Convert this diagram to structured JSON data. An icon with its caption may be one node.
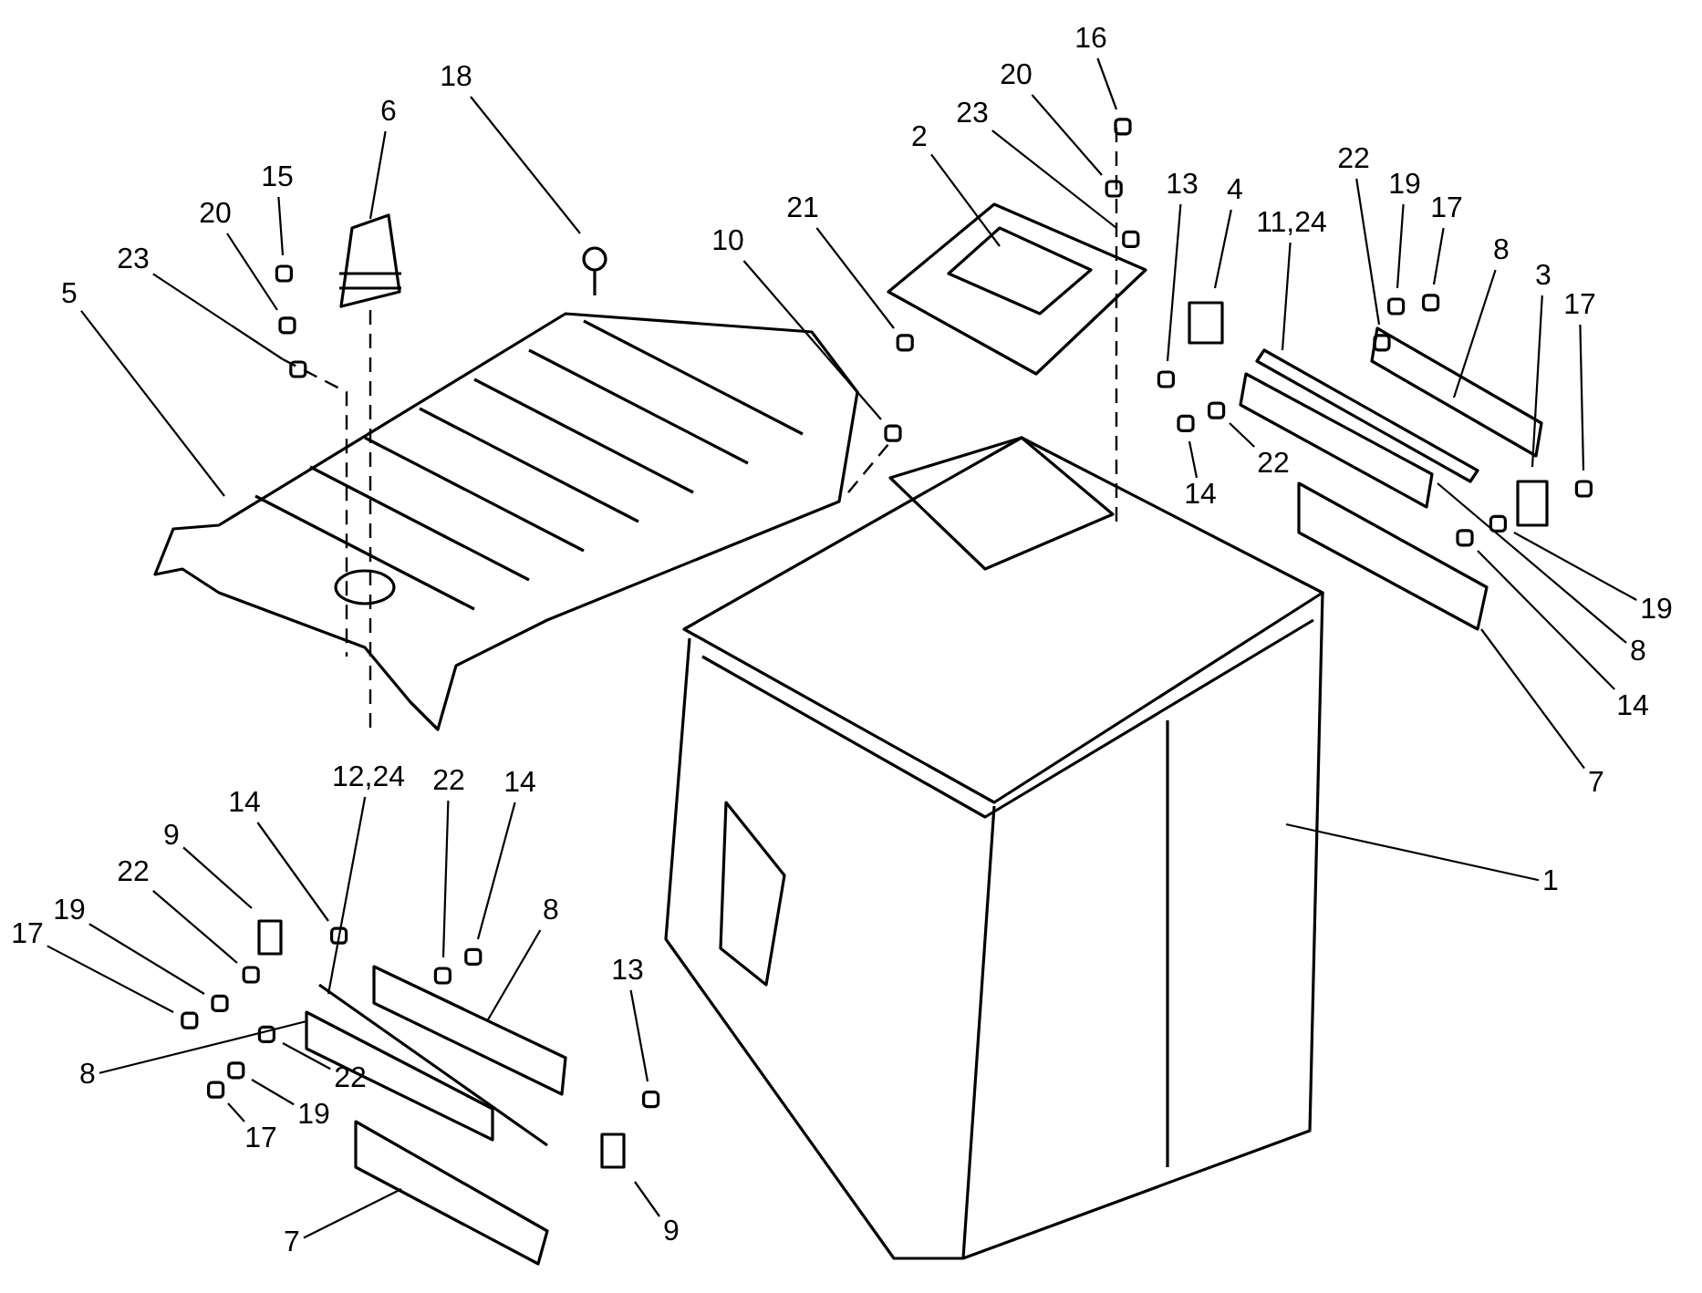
{
  "diagram": {
    "nodes": [
      {
        "text": [
          "16"
        ]
      },
      {
        "text": [
          "20"
        ]
      },
      {
        "text": [
          "18"
        ]
      },
      {
        "text": [
          "6"
        ]
      },
      {
        "text": [
          "23"
        ]
      },
      {
        "text": [
          "2"
        ]
      },
      {
        "text": [
          "22"
        ]
      },
      {
        "text": [
          "15"
        ]
      },
      {
        "text": [
          "19"
        ]
      },
      {
        "text": [
          "13"
        ]
      },
      {
        "text": [
          "4"
        ]
      },
      {
        "text": [
          "21"
        ]
      },
      {
        "text": [
          "20"
        ]
      },
      {
        "text": [
          "17"
        ]
      },
      {
        "text": [
          "11,24"
        ]
      },
      {
        "text": [
          "10"
        ]
      },
      {
        "text": [
          "8"
        ]
      },
      {
        "text": [
          "23"
        ]
      },
      {
        "text": [
          "3"
        ]
      },
      {
        "text": [
          "5"
        ]
      },
      {
        "text": [
          "17"
        ]
      },
      {
        "text": [
          "22"
        ]
      },
      {
        "text": [
          "14"
        ]
      },
      {
        "text": [
          "19"
        ]
      },
      {
        "text": [
          "8"
        ]
      },
      {
        "text": [
          "14"
        ]
      },
      {
        "text": [
          "12,24"
        ]
      },
      {
        "text": [
          "22"
        ]
      },
      {
        "text": [
          "14"
        ]
      },
      {
        "text": [
          "7"
        ]
      },
      {
        "text": [
          "14"
        ]
      },
      {
        "text": [
          "9"
        ]
      },
      {
        "text": [
          "22"
        ]
      },
      {
        "text": [
          "1"
        ]
      },
      {
        "text": [
          "19"
        ]
      },
      {
        "text": [
          "8"
        ]
      },
      {
        "text": [
          "17"
        ]
      },
      {
        "text": [
          "13"
        ]
      },
      {
        "text": [
          "8"
        ]
      },
      {
        "text": [
          "22"
        ]
      },
      {
        "text": [
          "19"
        ]
      },
      {
        "text": [
          "17"
        ]
      },
      {
        "text": [
          "7"
        ]
      },
      {
        "text": [
          "9"
        ]
      }
    ],
    "edges": [
      {
        "from": 0,
        "to": null,
        "arrow": "none"
      },
      {
        "from": 1,
        "to": null,
        "arrow": "none"
      },
      {
        "from": 2,
        "to": null,
        "arrow": "none"
      },
      {
        "from": 3,
        "to": null,
        "arrow": "none"
      },
      {
        "from": 4,
        "to": null,
        "arrow": "none"
      },
      {
        "from": 5,
        "to": null,
        "arrow": "none"
      },
      {
        "from": 6,
        "to": null,
        "arrow": "none"
      },
      {
        "from": 7,
        "to": null,
        "arrow": "none"
      },
      {
        "from": 8,
        "to": null,
        "arrow": "none"
      },
      {
        "from": 9,
        "to": null,
        "arrow": "none"
      },
      {
        "from": 10,
        "to": null,
        "arrow": "none"
      },
      {
        "from": 11,
        "to": null,
        "arrow": "none"
      },
      {
        "from": 12,
        "to": null,
        "arrow": "none"
      },
      {
        "from": 13,
        "to": null,
        "arrow": "none"
      },
      {
        "from": 14,
        "to": null,
        "arrow": "none"
      },
      {
        "from": 15,
        "to": null,
        "arrow": "none"
      },
      {
        "from": 16,
        "to": null,
        "arrow": "none"
      },
      {
        "from": 17,
        "to": null,
        "arrow": "none"
      },
      {
        "from": 18,
        "to": null,
        "arrow": "none"
      },
      {
        "from": 19,
        "to": null,
        "arrow": "none"
      },
      {
        "from": 20,
        "to": null,
        "arrow": "none"
      },
      {
        "from": 21,
        "to": null,
        "arrow": "none"
      },
      {
        "from": 22,
        "to": null,
        "arrow": "none"
      },
      {
        "from": 23,
        "to": null,
        "arrow": "none"
      },
      {
        "from": 24,
        "to": null,
        "arrow": "none"
      },
      {
        "from": 25,
        "to": null,
        "arrow": "none"
      },
      {
        "from": 26,
        "to": null,
        "arrow": "none"
      },
      {
        "from": 27,
        "to": null,
        "arrow": "none"
      },
      {
        "from": 28,
        "to": null,
        "arrow": "none"
      },
      {
        "from": 29,
        "to": null,
        "arrow": "none"
      },
      {
        "from": 30,
        "to": null,
        "arrow": "none"
      },
      {
        "from": 31,
        "to": null,
        "arrow": "none"
      },
      {
        "from": 32,
        "to": null,
        "arrow": "none"
      },
      {
        "from": 33,
        "to": null,
        "arrow": "none"
      },
      {
        "from": 34,
        "to": null,
        "arrow": "none"
      },
      {
        "from": 35,
        "to": null,
        "arrow": "none"
      },
      {
        "from": 36,
        "to": null,
        "arrow": "none"
      },
      {
        "from": 37,
        "to": null,
        "arrow": "none"
      },
      {
        "from": 38,
        "to": null,
        "arrow": "none"
      },
      {
        "from": 39,
        "to": null,
        "arrow": "none"
      },
      {
        "from": 40,
        "to": null,
        "arrow": "none"
      },
      {
        "from": 41,
        "to": null,
        "arrow": "none"
      },
      {
        "from": 42,
        "to": null,
        "arrow": "none"
      },
      {
        "from": 43,
        "to": null,
        "arrow": "none"
      }
    ]
  }
}
